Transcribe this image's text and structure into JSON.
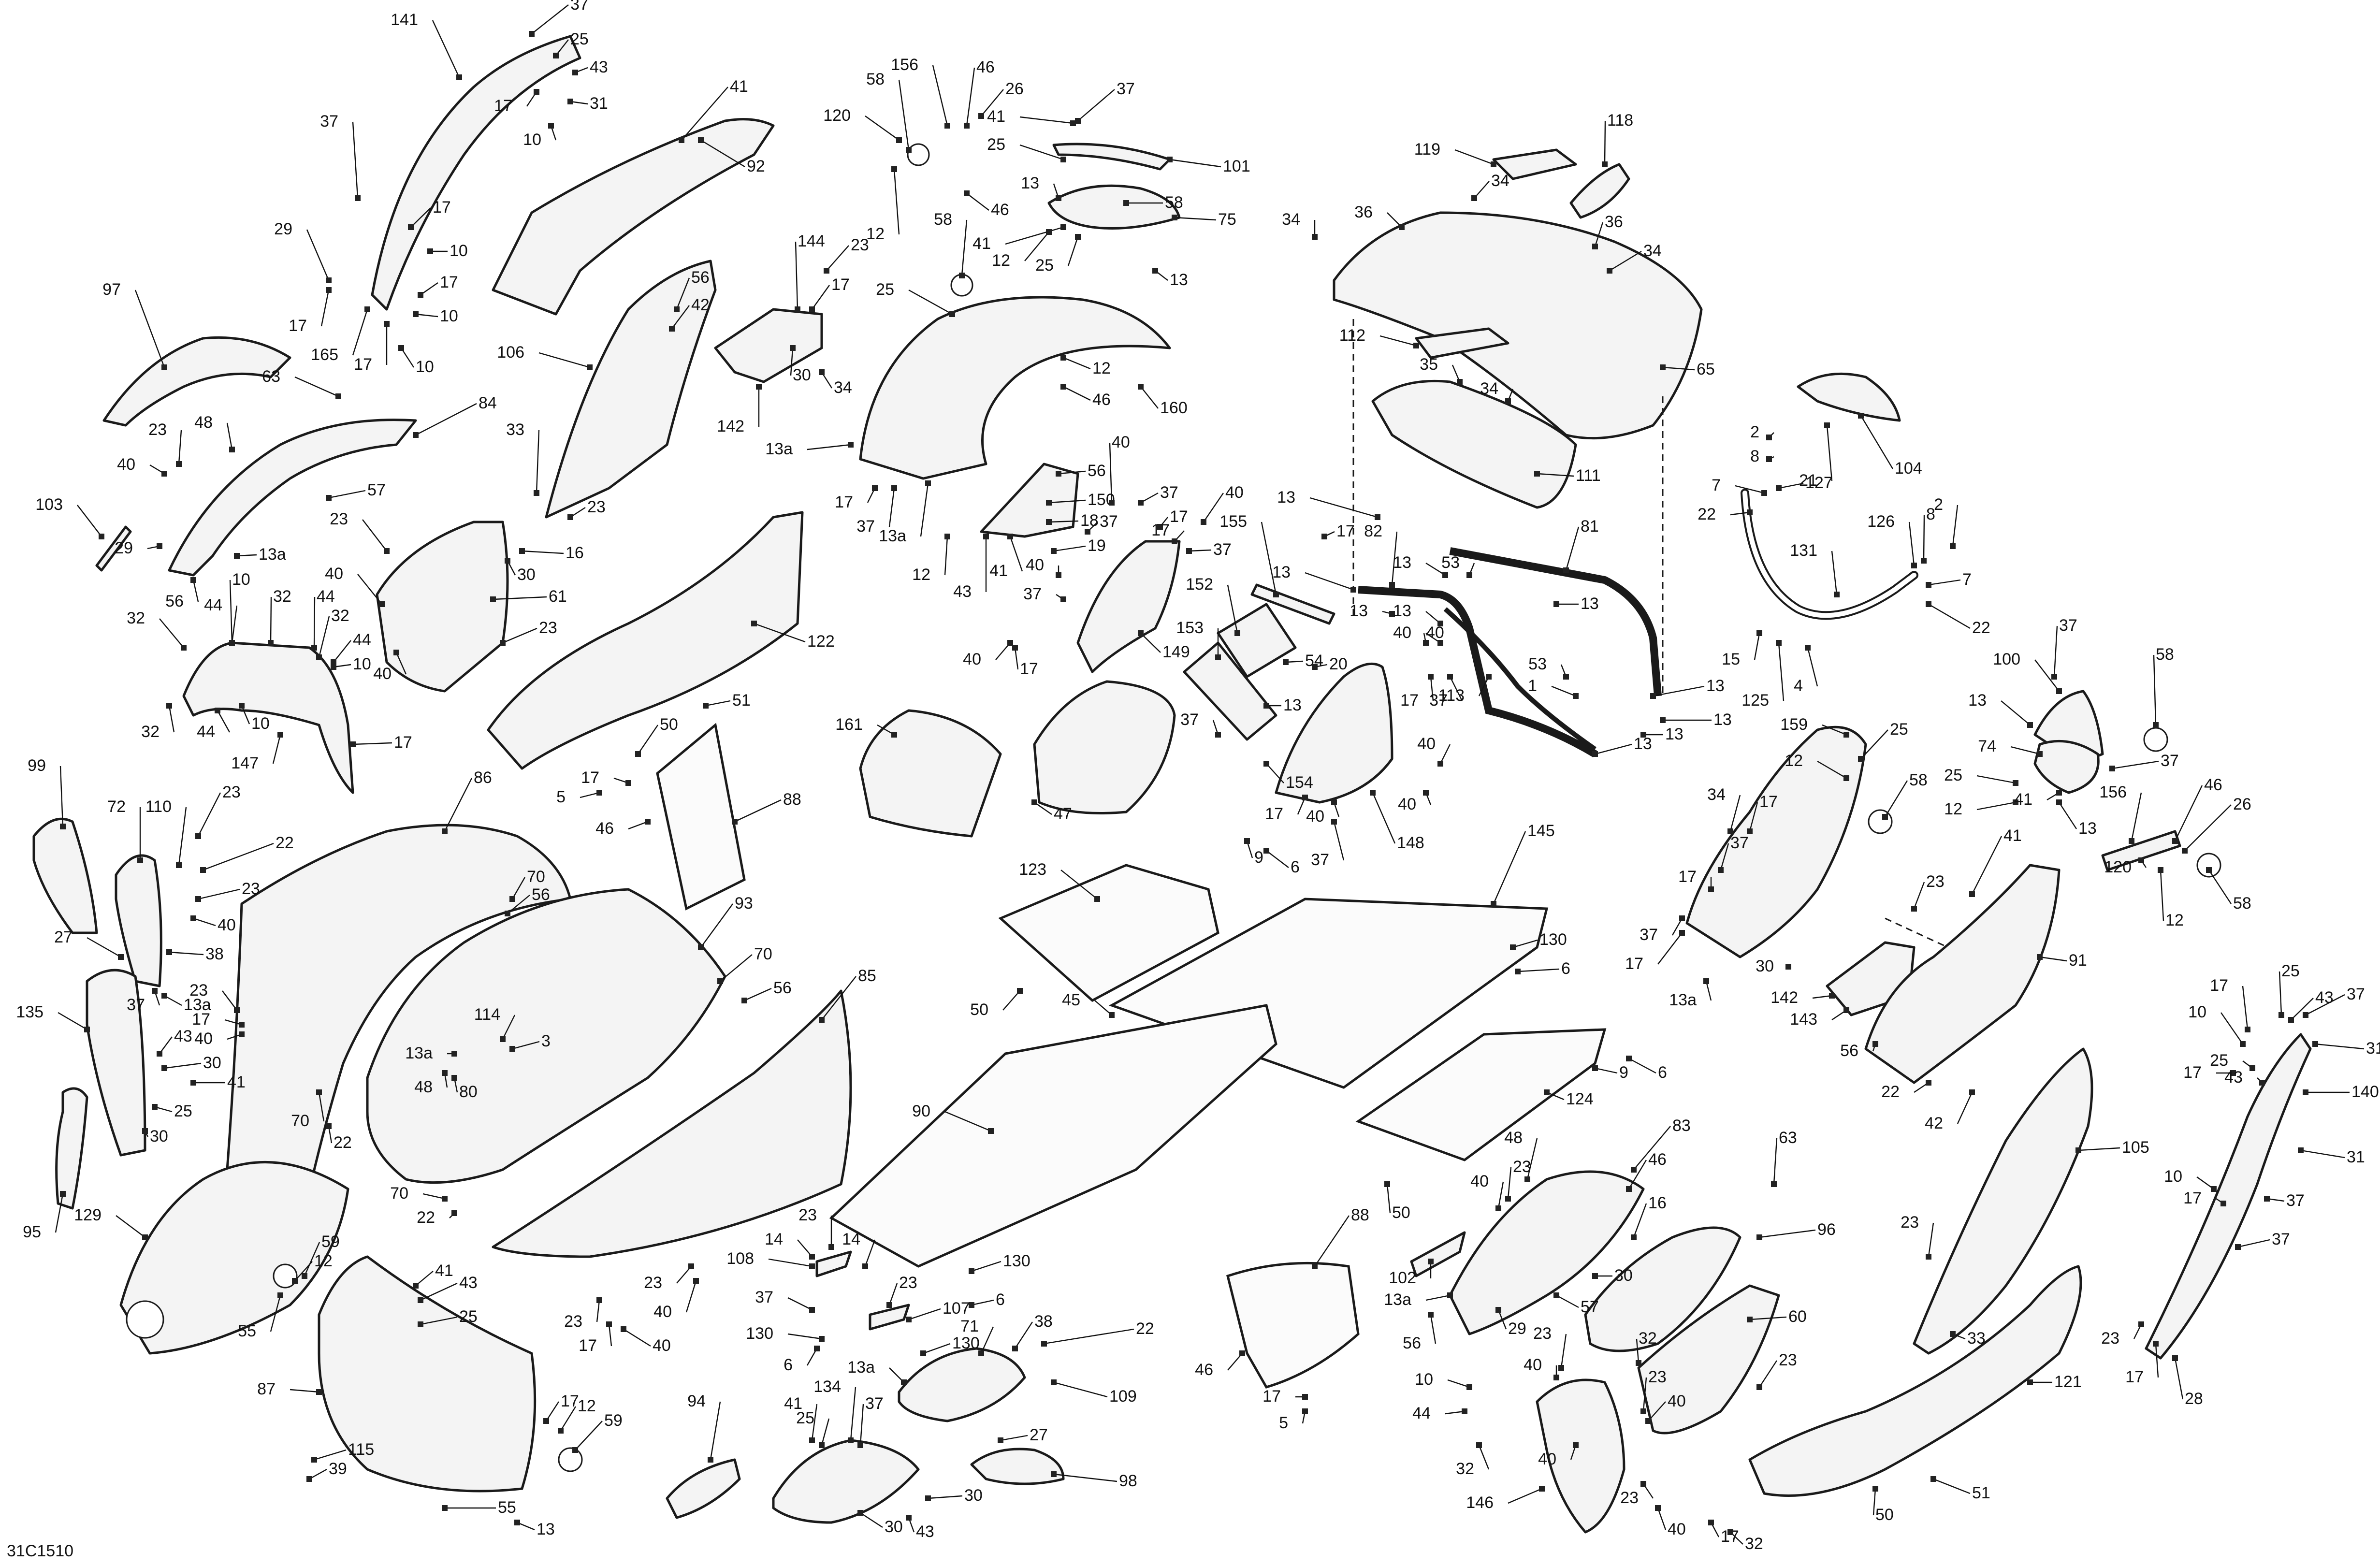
{
  "drawing_code": "31C1510",
  "callouts": [
    {
      "id": "c1",
      "text": "141"
    },
    {
      "id": "c2",
      "text": "37"
    },
    {
      "id": "c3",
      "text": "25"
    },
    {
      "id": "c4",
      "text": "43"
    },
    {
      "id": "c5",
      "text": "31"
    },
    {
      "id": "c6",
      "text": "17"
    },
    {
      "id": "c7",
      "text": "10"
    },
    {
      "id": "c8",
      "text": "41"
    },
    {
      "id": "c9",
      "text": "92"
    },
    {
      "id": "c10",
      "text": "37"
    },
    {
      "id": "c11",
      "text": "17"
    },
    {
      "id": "c12",
      "text": "10"
    },
    {
      "id": "c13",
      "text": "29"
    },
    {
      "id": "c14",
      "text": "17"
    },
    {
      "id": "c15",
      "text": "10"
    },
    {
      "id": "c16",
      "text": "17"
    },
    {
      "id": "c17",
      "text": "165"
    },
    {
      "id": "c18",
      "text": "17"
    },
    {
      "id": "c19",
      "text": "10"
    },
    {
      "id": "c20",
      "text": "97"
    },
    {
      "id": "c21",
      "text": "63"
    },
    {
      "id": "c22",
      "text": "84"
    },
    {
      "id": "c23",
      "text": "23"
    },
    {
      "id": "c24",
      "text": "48"
    },
    {
      "id": "c25",
      "text": "40"
    },
    {
      "id": "c26",
      "text": "57"
    },
    {
      "id": "c27",
      "text": "103"
    },
    {
      "id": "c28",
      "text": "29"
    },
    {
      "id": "c29",
      "text": "13a"
    },
    {
      "id": "c30",
      "text": "56"
    },
    {
      "id": "c31",
      "text": "106"
    },
    {
      "id": "c32",
      "text": "56"
    },
    {
      "id": "c33",
      "text": "42"
    },
    {
      "id": "c34",
      "text": "33"
    },
    {
      "id": "c35",
      "text": "23"
    },
    {
      "id": "c36",
      "text": "23"
    },
    {
      "id": "c37",
      "text": "16"
    },
    {
      "id": "c38",
      "text": "30"
    },
    {
      "id": "c39",
      "text": "61"
    },
    {
      "id": "c40",
      "text": "40"
    },
    {
      "id": "c41",
      "text": "23"
    },
    {
      "id": "c42",
      "text": "40"
    },
    {
      "id": "c43",
      "text": "32"
    },
    {
      "id": "c44",
      "text": "10"
    },
    {
      "id": "c45",
      "text": "44"
    },
    {
      "id": "c46",
      "text": "32"
    },
    {
      "id": "c47",
      "text": "44"
    },
    {
      "id": "c48",
      "text": "32"
    },
    {
      "id": "c49",
      "text": "44"
    },
    {
      "id": "c50",
      "text": "10"
    },
    {
      "id": "c51",
      "text": "32"
    },
    {
      "id": "c52",
      "text": "44"
    },
    {
      "id": "c53",
      "text": "10"
    },
    {
      "id": "c54",
      "text": "147"
    },
    {
      "id": "c55",
      "text": "17"
    },
    {
      "id": "c56",
      "text": "144"
    },
    {
      "id": "c57",
      "text": "23"
    },
    {
      "id": "c58",
      "text": "17"
    },
    {
      "id": "c59",
      "text": "34"
    },
    {
      "id": "c60",
      "text": "30"
    },
    {
      "id": "c61",
      "text": "142"
    },
    {
      "id": "c62",
      "text": "122"
    },
    {
      "id": "c63",
      "text": "51"
    },
    {
      "id": "c64",
      "text": "58"
    },
    {
      "id": "c65",
      "text": "156"
    },
    {
      "id": "c66",
      "text": "46"
    },
    {
      "id": "c67",
      "text": "26"
    },
    {
      "id": "c68",
      "text": "120"
    },
    {
      "id": "c69",
      "text": "12"
    },
    {
      "id": "c70",
      "text": "46"
    },
    {
      "id": "c71",
      "text": "41"
    },
    {
      "id": "c72",
      "text": "25"
    },
    {
      "id": "c73",
      "text": "37"
    },
    {
      "id": "c74",
      "text": "101"
    },
    {
      "id": "c75",
      "text": "58"
    },
    {
      "id": "c76",
      "text": "13"
    },
    {
      "id": "c77",
      "text": "41"
    },
    {
      "id": "c78",
      "text": "12"
    },
    {
      "id": "c79",
      "text": "25"
    },
    {
      "id": "c80",
      "text": "75"
    },
    {
      "id": "c81",
      "text": "13"
    },
    {
      "id": "c82",
      "text": "58"
    },
    {
      "id": "c83",
      "text": "25"
    },
    {
      "id": "c84",
      "text": "12"
    },
    {
      "id": "c85",
      "text": "46"
    },
    {
      "id": "c86",
      "text": "160"
    },
    {
      "id": "c87",
      "text": "13a"
    },
    {
      "id": "c88",
      "text": "17"
    },
    {
      "id": "c89",
      "text": "37"
    },
    {
      "id": "c90",
      "text": "13a"
    },
    {
      "id": "c91",
      "text": "56"
    },
    {
      "id": "c92",
      "text": "150"
    },
    {
      "id": "c93",
      "text": "18"
    },
    {
      "id": "c94",
      "text": "19"
    },
    {
      "id": "c95",
      "text": "12"
    },
    {
      "id": "c96",
      "text": "43"
    },
    {
      "id": "c97",
      "text": "41"
    },
    {
      "id": "c98",
      "text": "40"
    },
    {
      "id": "c99",
      "text": "37"
    },
    {
      "id": "c100",
      "text": "37"
    },
    {
      "id": "c101",
      "text": "17"
    },
    {
      "id": "c102",
      "text": "40"
    },
    {
      "id": "c103",
      "text": "17"
    },
    {
      "id": "c104",
      "text": "37"
    },
    {
      "id": "c105",
      "text": "40"
    },
    {
      "id": "c106",
      "text": "37"
    },
    {
      "id": "c107",
      "text": "40"
    },
    {
      "id": "c108",
      "text": "17"
    },
    {
      "id": "c109",
      "text": "149"
    },
    {
      "id": "c110",
      "text": "155"
    },
    {
      "id": "c111",
      "text": "152"
    },
    {
      "id": "c112",
      "text": "153"
    },
    {
      "id": "c113",
      "text": "54"
    },
    {
      "id": "c114",
      "text": "20"
    },
    {
      "id": "c115",
      "text": "13"
    },
    {
      "id": "c116",
      "text": "37"
    },
    {
      "id": "c117",
      "text": "154"
    },
    {
      "id": "c118",
      "text": "161"
    },
    {
      "id": "c119",
      "text": "47"
    },
    {
      "id": "c120",
      "text": "119"
    },
    {
      "id": "c121",
      "text": "118"
    },
    {
      "id": "c122",
      "text": "34"
    },
    {
      "id": "c123",
      "text": "34"
    },
    {
      "id": "c124",
      "text": "36"
    },
    {
      "id": "c125",
      "text": "36"
    },
    {
      "id": "c126",
      "text": "34"
    },
    {
      "id": "c127",
      "text": "112"
    },
    {
      "id": "c128",
      "text": "35"
    },
    {
      "id": "c129",
      "text": "34"
    },
    {
      "id": "c130",
      "text": "65"
    },
    {
      "id": "c131",
      "text": "104"
    },
    {
      "id": "c132",
      "text": "21"
    },
    {
      "id": "c133",
      "text": "13"
    },
    {
      "id": "c134",
      "text": "111"
    },
    {
      "id": "c135",
      "text": "82"
    },
    {
      "id": "c136",
      "text": "81"
    },
    {
      "id": "c137",
      "text": "13"
    },
    {
      "id": "c138",
      "text": "53"
    },
    {
      "id": "c139",
      "text": "13"
    },
    {
      "id": "c140",
      "text": "13"
    },
    {
      "id": "c141",
      "text": "13"
    },
    {
      "id": "c142",
      "text": "13"
    },
    {
      "id": "c143",
      "text": "40"
    },
    {
      "id": "c144",
      "text": "53"
    },
    {
      "id": "c145",
      "text": "1"
    },
    {
      "id": "c146",
      "text": "13"
    },
    {
      "id": "c147",
      "text": "113"
    },
    {
      "id": "c148",
      "text": "17"
    },
    {
      "id": "c149",
      "text": "37"
    },
    {
      "id": "c150",
      "text": "40"
    },
    {
      "id": "c151",
      "text": "148"
    },
    {
      "id": "c152",
      "text": "17"
    },
    {
      "id": "c153",
      "text": "40"
    },
    {
      "id": "c154",
      "text": "37"
    },
    {
      "id": "c155",
      "text": "13"
    },
    {
      "id": "c156",
      "text": "2"
    },
    {
      "id": "c157",
      "text": "8"
    },
    {
      "id": "c158",
      "text": "7"
    },
    {
      "id": "c159",
      "text": "127"
    },
    {
      "id": "c160",
      "text": "22"
    },
    {
      "id": "c161",
      "text": "126"
    },
    {
      "id": "c162",
      "text": "8"
    },
    {
      "id": "c163",
      "text": "2"
    },
    {
      "id": "c164",
      "text": "131"
    },
    {
      "id": "c165",
      "text": "7"
    },
    {
      "id": "c166",
      "text": "22"
    },
    {
      "id": "c167",
      "text": "15"
    },
    {
      "id": "c168",
      "text": "125"
    },
    {
      "id": "c169",
      "text": "4"
    },
    {
      "id": "c170",
      "text": "37"
    },
    {
      "id": "c171",
      "text": "100"
    },
    {
      "id": "c172",
      "text": "58"
    },
    {
      "id": "c173",
      "text": "13"
    },
    {
      "id": "c174",
      "text": "74"
    },
    {
      "id": "c175",
      "text": "37"
    },
    {
      "id": "c176",
      "text": "25"
    },
    {
      "id": "c177",
      "text": "12"
    },
    {
      "id": "c178",
      "text": "41"
    },
    {
      "id": "c179",
      "text": "13"
    },
    {
      "id": "c180",
      "text": "159"
    },
    {
      "id": "c181",
      "text": "25"
    },
    {
      "id": "c182",
      "text": "12"
    },
    {
      "id": "c183",
      "text": "58"
    },
    {
      "id": "c184",
      "text": "34"
    },
    {
      "id": "c185",
      "text": "17"
    },
    {
      "id": "c186",
      "text": "37"
    },
    {
      "id": "c187",
      "text": "17"
    },
    {
      "id": "c188",
      "text": "23"
    },
    {
      "id": "c189",
      "text": "37"
    },
    {
      "id": "c190",
      "text": "17"
    },
    {
      "id": "c191",
      "text": "30"
    },
    {
      "id": "c192",
      "text": "13a"
    },
    {
      "id": "c193",
      "text": "142"
    },
    {
      "id": "c194",
      "text": "143"
    },
    {
      "id": "c195",
      "text": "56"
    },
    {
      "id": "c196",
      "text": "156"
    },
    {
      "id": "c197",
      "text": "46"
    },
    {
      "id": "c198",
      "text": "26"
    },
    {
      "id": "c199",
      "text": "120"
    },
    {
      "id": "c200",
      "text": "12"
    },
    {
      "id": "c201",
      "text": "58"
    },
    {
      "id": "c202",
      "text": "41"
    },
    {
      "id": "c203",
      "text": "91"
    },
    {
      "id": "c204",
      "text": "22"
    },
    {
      "id": "c205",
      "text": "42"
    },
    {
      "id": "c206",
      "text": "99"
    },
    {
      "id": "c207",
      "text": "72"
    },
    {
      "id": "c208",
      "text": "110"
    },
    {
      "id": "c209",
      "text": "23"
    },
    {
      "id": "c210",
      "text": "22"
    },
    {
      "id": "c211",
      "text": "23"
    },
    {
      "id": "c212",
      "text": "27"
    },
    {
      "id": "c213",
      "text": "40"
    },
    {
      "id": "c214",
      "text": "38"
    },
    {
      "id": "c215",
      "text": "37"
    },
    {
      "id": "c216",
      "text": "13a"
    },
    {
      "id": "c217",
      "text": "23"
    },
    {
      "id": "c218",
      "text": "17"
    },
    {
      "id": "c219",
      "text": "40"
    },
    {
      "id": "c220",
      "text": "135"
    },
    {
      "id": "c221",
      "text": "43"
    },
    {
      "id": "c222",
      "text": "30"
    },
    {
      "id": "c223",
      "text": "41"
    },
    {
      "id": "c224",
      "text": "25"
    },
    {
      "id": "c225",
      "text": "30"
    },
    {
      "id": "c226",
      "text": "95"
    },
    {
      "id": "c227",
      "text": "129"
    },
    {
      "id": "c228",
      "text": "86"
    },
    {
      "id": "c229",
      "text": "70"
    },
    {
      "id": "c230",
      "text": "56"
    },
    {
      "id": "c231",
      "text": "93"
    },
    {
      "id": "c232",
      "text": "70"
    },
    {
      "id": "c233",
      "text": "56"
    },
    {
      "id": "c234",
      "text": "114"
    },
    {
      "id": "c235",
      "text": "3"
    },
    {
      "id": "c236",
      "text": "13a"
    },
    {
      "id": "c237",
      "text": "48"
    },
    {
      "id": "c238",
      "text": "80"
    },
    {
      "id": "c239",
      "text": "70"
    },
    {
      "id": "c240",
      "text": "22"
    },
    {
      "id": "c241",
      "text": "70"
    },
    {
      "id": "c242",
      "text": "22"
    },
    {
      "id": "c243",
      "text": "85"
    },
    {
      "id": "c244",
      "text": "50"
    },
    {
      "id": "c245",
      "text": "5"
    },
    {
      "id": "c246",
      "text": "17"
    },
    {
      "id": "c247",
      "text": "46"
    },
    {
      "id": "c248",
      "text": "88"
    },
    {
      "id": "c249",
      "text": "123"
    },
    {
      "id": "c250",
      "text": "9"
    },
    {
      "id": "c251",
      "text": "6"
    },
    {
      "id": "c252",
      "text": "145"
    },
    {
      "id": "c253",
      "text": "130"
    },
    {
      "id": "c254",
      "text": "6"
    },
    {
      "id": "c255",
      "text": "50"
    },
    {
      "id": "c256",
      "text": "45"
    },
    {
      "id": "c257",
      "text": "9"
    },
    {
      "id": "c258",
      "text": "6"
    },
    {
      "id": "c259",
      "text": "124"
    },
    {
      "id": "c260",
      "text": "90"
    },
    {
      "id": "c261",
      "text": "50"
    },
    {
      "id": "c262",
      "text": "23"
    },
    {
      "id": "c263",
      "text": "40"
    },
    {
      "id": "c264",
      "text": "23"
    },
    {
      "id": "c265",
      "text": "17"
    },
    {
      "id": "c266",
      "text": "40"
    },
    {
      "id": "c267",
      "text": "14"
    },
    {
      "id": "c268",
      "text": "14"
    },
    {
      "id": "c269",
      "text": "108"
    },
    {
      "id": "c270",
      "text": "23"
    },
    {
      "id": "c271",
      "text": "23"
    },
    {
      "id": "c272",
      "text": "130"
    },
    {
      "id": "c273",
      "text": "6"
    },
    {
      "id": "c274",
      "text": "107"
    },
    {
      "id": "c275",
      "text": "37"
    },
    {
      "id": "c276",
      "text": "130"
    },
    {
      "id": "c277",
      "text": "130"
    },
    {
      "id": "c278",
      "text": "6"
    },
    {
      "id": "c279",
      "text": "71"
    },
    {
      "id": "c280",
      "text": "38"
    },
    {
      "id": "c281",
      "text": "22"
    },
    {
      "id": "c282",
      "text": "13a"
    },
    {
      "id": "c283",
      "text": "109"
    },
    {
      "id": "c284",
      "text": "27"
    },
    {
      "id": "c285",
      "text": "98"
    },
    {
      "id": "c286",
      "text": "94"
    },
    {
      "id": "c287",
      "text": "134"
    },
    {
      "id": "c288",
      "text": "41"
    },
    {
      "id": "c289",
      "text": "25"
    },
    {
      "id": "c290",
      "text": "37"
    },
    {
      "id": "c291",
      "text": "30"
    },
    {
      "id": "c292",
      "text": "30"
    },
    {
      "id": "c293",
      "text": "43"
    },
    {
      "id": "c294",
      "text": "55"
    },
    {
      "id": "c295",
      "text": "59"
    },
    {
      "id": "c296",
      "text": "12"
    },
    {
      "id": "c297",
      "text": "41"
    },
    {
      "id": "c298",
      "text": "43"
    },
    {
      "id": "c299",
      "text": "25"
    },
    {
      "id": "c300",
      "text": "87"
    },
    {
      "id": "c301",
      "text": "12"
    },
    {
      "id": "c302",
      "text": "59"
    },
    {
      "id": "c303",
      "text": "115"
    },
    {
      "id": "c304",
      "text": "39"
    },
    {
      "id": "c305",
      "text": "55"
    },
    {
      "id": "c306",
      "text": "88"
    },
    {
      "id": "c307",
      "text": "46"
    },
    {
      "id": "c308",
      "text": "17"
    },
    {
      "id": "c309",
      "text": "5"
    },
    {
      "id": "c310",
      "text": "48"
    },
    {
      "id": "c311",
      "text": "83"
    },
    {
      "id": "c312",
      "text": "23"
    },
    {
      "id": "c313",
      "text": "40"
    },
    {
      "id": "c314",
      "text": "46"
    },
    {
      "id": "c315",
      "text": "102"
    },
    {
      "id": "c316",
      "text": "13a"
    },
    {
      "id": "c317",
      "text": "56"
    },
    {
      "id": "c318",
      "text": "29"
    },
    {
      "id": "c319",
      "text": "57"
    },
    {
      "id": "c320",
      "text": "30"
    },
    {
      "id": "c321",
      "text": "16"
    },
    {
      "id": "c322",
      "text": "96"
    },
    {
      "id": "c323",
      "text": "63"
    },
    {
      "id": "c324",
      "text": "60"
    },
    {
      "id": "c325",
      "text": "23"
    },
    {
      "id": "c326",
      "text": "32"
    },
    {
      "id": "c327",
      "text": "10"
    },
    {
      "id": "c328",
      "text": "44"
    },
    {
      "id": "c329",
      "text": "32"
    },
    {
      "id": "c330",
      "text": "23"
    },
    {
      "id": "c331",
      "text": "40"
    },
    {
      "id": "c332",
      "text": "146"
    },
    {
      "id": "c333",
      "text": "40"
    },
    {
      "id": "c334",
      "text": "23"
    },
    {
      "id": "c335",
      "text": "40"
    },
    {
      "id": "c336",
      "text": "17"
    },
    {
      "id": "c337",
      "text": "32"
    },
    {
      "id": "c338",
      "text": "23"
    },
    {
      "id": "c339",
      "text": "40"
    },
    {
      "id": "c340",
      "text": "51"
    },
    {
      "id": "c341",
      "text": "50"
    },
    {
      "id": "c342",
      "text": "121"
    },
    {
      "id": "c343",
      "text": "105"
    },
    {
      "id": "c344",
      "text": "23"
    },
    {
      "id": "c345",
      "text": "33"
    },
    {
      "id": "c346",
      "text": "25"
    },
    {
      "id": "c347",
      "text": "43"
    },
    {
      "id": "c348",
      "text": "17"
    },
    {
      "id": "c349",
      "text": "37"
    },
    {
      "id": "c350",
      "text": "10"
    },
    {
      "id": "c351",
      "text": "31"
    },
    {
      "id": "c352",
      "text": "17"
    },
    {
      "id": "c353",
      "text": "25"
    },
    {
      "id": "c354",
      "text": "43"
    },
    {
      "id": "c355",
      "text": "140"
    },
    {
      "id": "c356",
      "text": "31"
    },
    {
      "id": "c357",
      "text": "37"
    },
    {
      "id": "c358",
      "text": "10"
    },
    {
      "id": "c359",
      "text": "17"
    },
    {
      "id": "c360",
      "text": "37"
    },
    {
      "id": "c361",
      "text": "23"
    },
    {
      "id": "c362",
      "text": "17"
    },
    {
      "id": "c363",
      "text": "28"
    },
    {
      "id": "c364",
      "text": "13"
    },
    {
      "id": "c365",
      "text": "13"
    },
    {
      "id": "c366",
      "text": "40"
    },
    {
      "id": "c367",
      "text": "13"
    },
    {
      "id": "c368",
      "text": "17"
    },
    {
      "id": "c369",
      "text": "40"
    },
    {
      "id": "c370",
      "text": "17"
    }
  ]
}
